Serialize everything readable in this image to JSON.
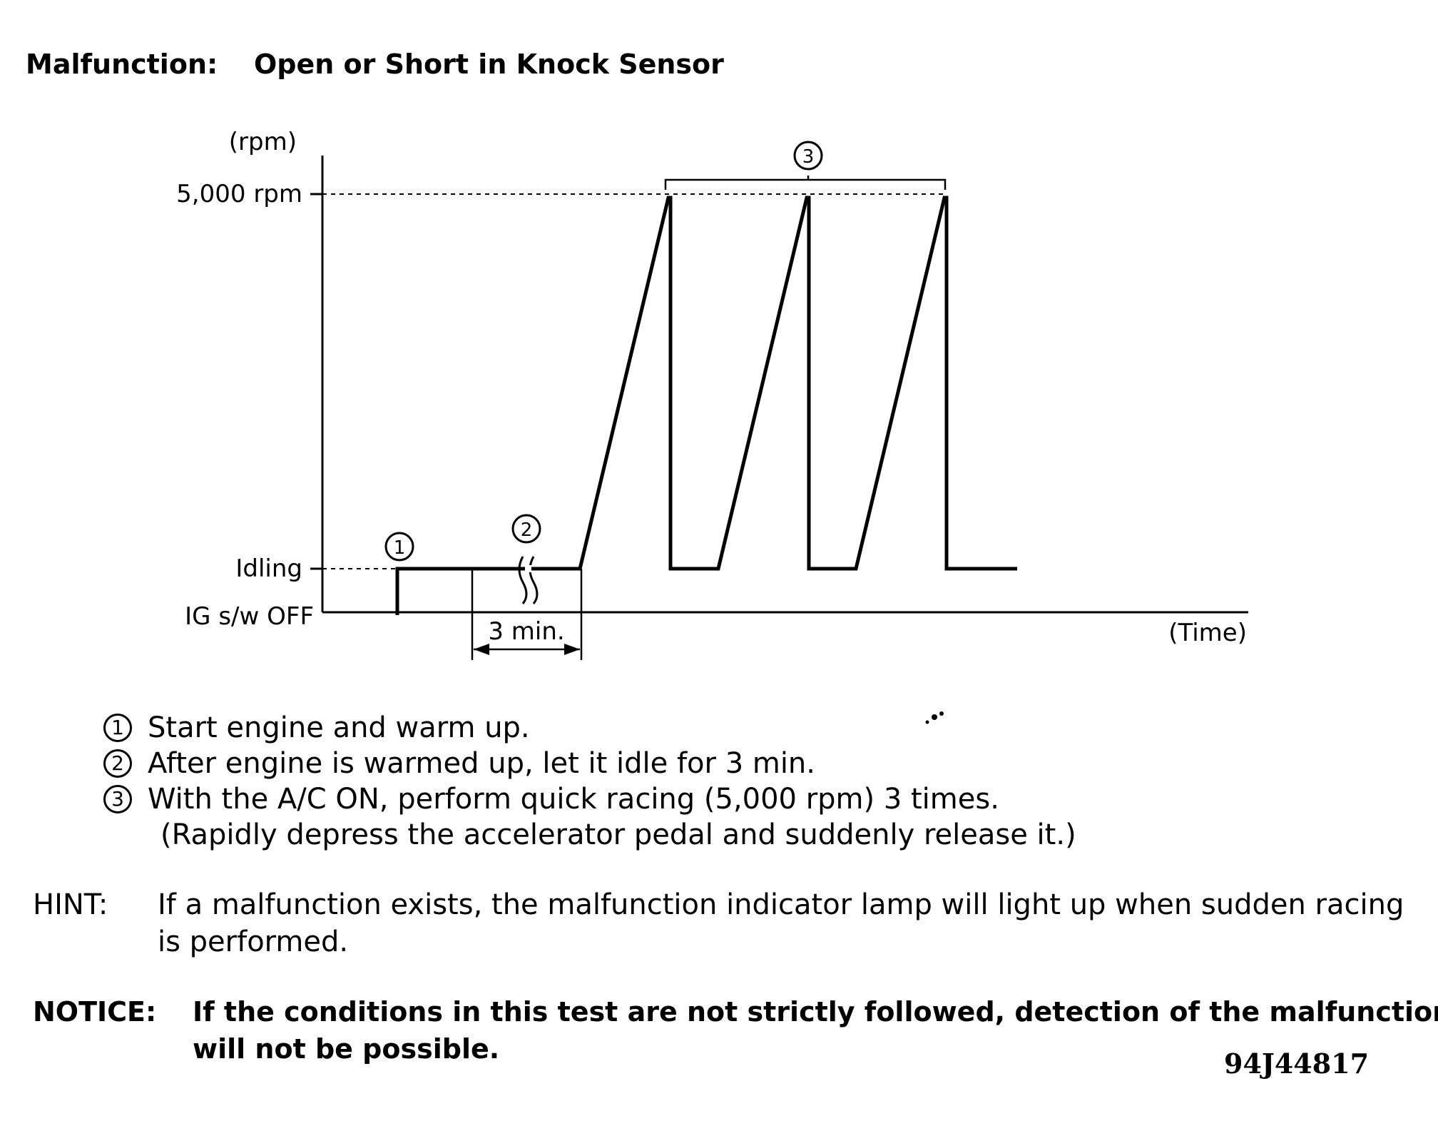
{
  "header": {
    "label": "Malfunction:",
    "text": "Open or Short in Knock Sensor"
  },
  "diagram": {
    "y_unit": "(rpm)",
    "x_unit": "(Time)",
    "level_high": "5,000 rpm",
    "level_idle": "Idling",
    "level_off": "IG s/w OFF",
    "duration_label": "3 min.",
    "markers": [
      "1",
      "2",
      "3"
    ]
  },
  "steps": [
    {
      "num": "1",
      "text": "Start engine and warm up."
    },
    {
      "num": "2",
      "text": "After engine is warmed up, let it idle for 3 min."
    },
    {
      "num": "3",
      "text": "With the A/C ON, perform quick racing (5,000 rpm) 3 times."
    }
  ],
  "step3_cont": "(Rapidly depress the accelerator pedal and suddenly release it.)",
  "hint": {
    "label": "HINT:",
    "line1": "If a malfunction exists, the malfunction indicator lamp will light up when sudden racing",
    "line2": "is performed."
  },
  "notice": {
    "label": "NOTICE:",
    "line1": "If the conditions in this test are not strictly followed, detection of the malfunction",
    "line2": "will not be possible."
  },
  "figure_code": "94J44817"
}
